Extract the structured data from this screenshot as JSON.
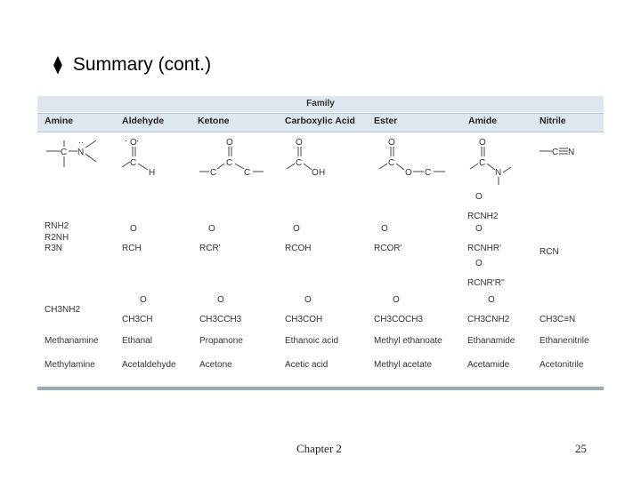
{
  "slide": {
    "bullet": "⧫",
    "title": "Summary (cont.)",
    "footer": "Chapter 2",
    "page": "25"
  },
  "table": {
    "family_label": "Family",
    "columns": [
      "Amine",
      "Aldehyde",
      "Ketone",
      "Carboxylic Acid",
      "Ester",
      "Amide",
      "Nitrile"
    ],
    "general_formulas": {
      "amine": [
        "RNH2",
        "R2NH",
        "R3N"
      ],
      "aldehyde": "RCH",
      "ketone": "RCR'",
      "carboxylic_acid": "RCOH",
      "ester": "RCOR'",
      "amide": [
        "RCNH2",
        "RCNHR'",
        "RCNR'R''"
      ],
      "nitrile": "RCN"
    },
    "examples": [
      "CH3NH2",
      "CH3CH",
      "CH3CCH3",
      "CH3COH",
      "CH3COCH3",
      "CH3CNH2",
      "CH3C≡N"
    ],
    "iupac_names": [
      "Methanamine",
      "Ethanal",
      "Propanone",
      "Ethanoic acid",
      "Methyl ethanoate",
      "Ethanamide",
      "Ethanenitrile"
    ],
    "common_names": [
      "Methylamine",
      "Acetaldehyde",
      "Acetone",
      "Acetic acid",
      "Methyl acetate",
      "Acetamide",
      "Acetonitrile"
    ],
    "atom_labels": {
      "oxygen": "O",
      "nitrogen": "N",
      "hydrogen": "H",
      "carbon": "C"
    }
  },
  "colors": {
    "header_band": "#dfe7ee",
    "rule": "#9aa9b6"
  }
}
